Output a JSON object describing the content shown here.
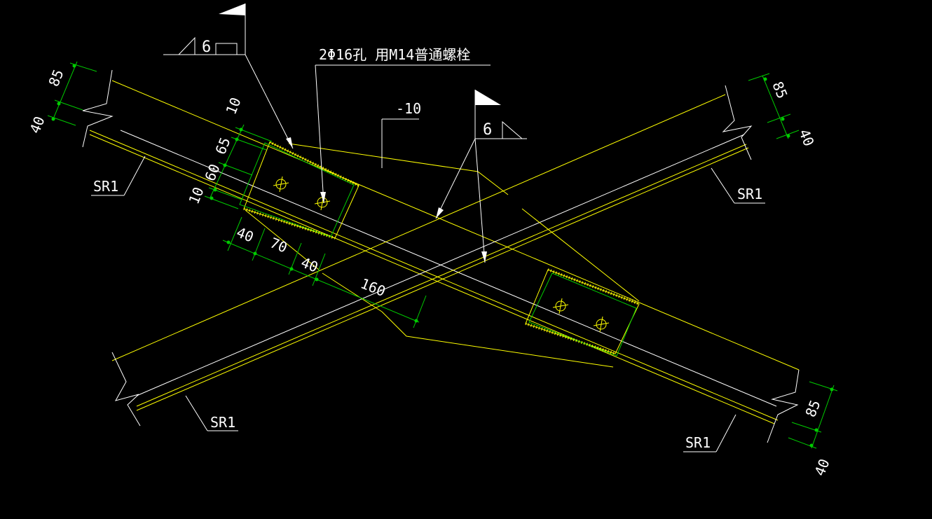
{
  "annotations": {
    "bolt_note": "2Φ16孔 用M14普通螺栓",
    "plate_thickness": "-10",
    "weld_size_left": "6",
    "weld_size_right": "6",
    "section_labels": [
      "SR1",
      "SR1",
      "SR1",
      "SR1"
    ]
  },
  "dimensions": {
    "top_left_85": "85",
    "top_left_40": "40",
    "top_right_85": "85",
    "top_right_40": "40",
    "bottom_right_85": "85",
    "bottom_right_40": "40",
    "plate_10_top": "10",
    "plate_65": "65",
    "plate_60": "60",
    "plate_10_bottom": "10",
    "along_40_a": "40",
    "along_70": "70",
    "along_40_b": "40",
    "along_160": "160"
  },
  "colors": {
    "background": "#000000",
    "member_edge": "#ffff00",
    "centerline": "#ffffff",
    "dimension": "#00cc00",
    "text": "#ffffff"
  }
}
